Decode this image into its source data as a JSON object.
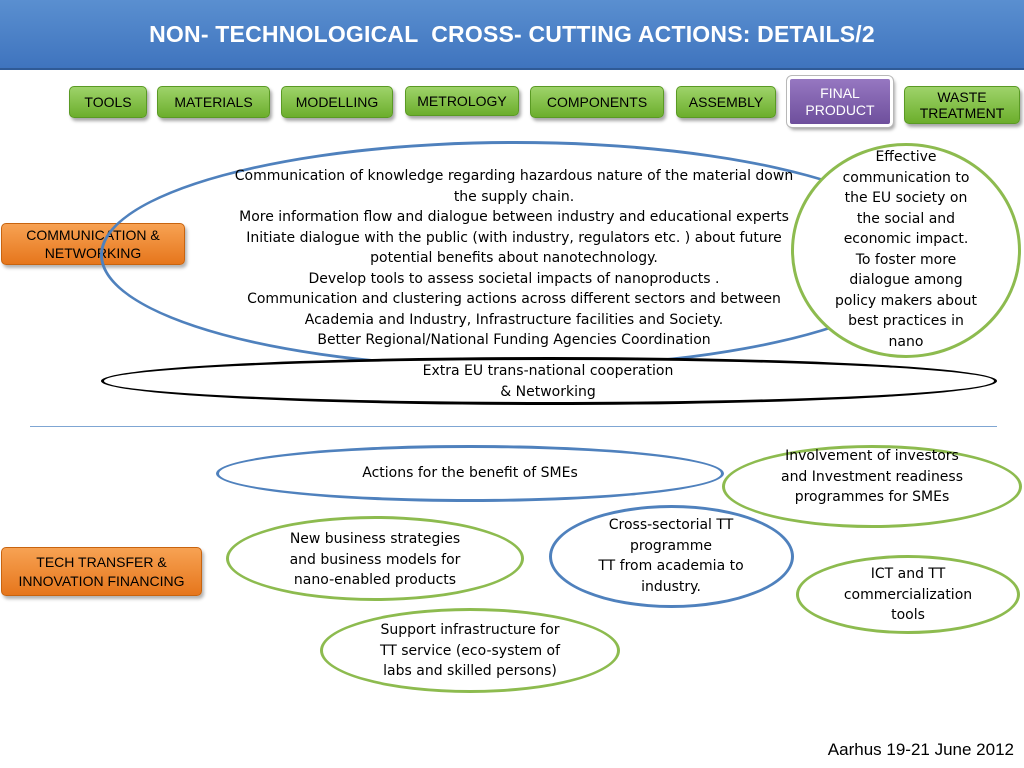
{
  "title": "NON- TECHNOLOGICAL  CROSS- CUTTING ACTIONS: DETAILS/2",
  "tabs": [
    {
      "label": "TOOLS"
    },
    {
      "label": "MATERIALS"
    },
    {
      "label": "MODELLING"
    },
    {
      "label": "METROLOGY"
    },
    {
      "label": "COMPONENTS"
    },
    {
      "label": "ASSEMBLY"
    },
    {
      "label1": "FINAL",
      "label2": "PRODUCT",
      "selected": true
    },
    {
      "label1": "WASTE",
      "label2": "TREATMENT"
    }
  ],
  "sections": {
    "communication": {
      "label1": "COMMUNICATION &",
      "label2": "NETWORKING"
    },
    "tech_transfer": {
      "label1": "TECH TRANSFER &",
      "label2": "INNOVATION FINANCING"
    }
  },
  "nodes": {
    "main_comm": [
      "Communication of knowledge regarding hazardous nature of the material down",
      "the supply chain.",
      "More information flow and dialogue between industry and educational experts",
      "Initiate dialogue with the public (with industry, regulators etc. ) about future",
      "potential benefits about nanotechnology.",
      "Develop tools to assess societal impacts of nanoproducts .",
      "Communication and clustering actions across different sectors and between",
      "Academia and Industry, Infrastructure facilities and Society.",
      "Better Regional/National Funding Agencies Coordination"
    ],
    "eu_society": [
      "Effective",
      "communication to",
      "the EU society on",
      "the social and",
      "economic impact.",
      "To foster more",
      "dialogue among",
      "policy makers about",
      "best practices in",
      "nano"
    ],
    "extra_eu": [
      "Extra EU trans-national cooperation",
      "& Networking"
    ],
    "smes": [
      "Actions for the benefit of SMEs"
    ],
    "investors": [
      "Involvement of investors",
      "and Investment readiness",
      "programmes for SMEs"
    ],
    "business": [
      "New business strategies",
      "and business models for",
      "nano-enabled products"
    ],
    "cross_tt": [
      "Cross-sectorial TT",
      "programme",
      "TT from academia to",
      "industry."
    ],
    "ict": [
      "ICT and TT",
      "commercialization",
      "tools"
    ],
    "support": [
      "Support infrastructure for",
      "TT service (eco-system of",
      "labs and skilled persons)"
    ]
  },
  "colors": {
    "title_bg": "#4a80c8",
    "tab_green": "#7dbf3e",
    "tab_purple": "#7b5aa6",
    "side_orange": "#ef8a2e",
    "ellipse_blue": "#4f81bd",
    "ellipse_green": "#8dbb4f",
    "ellipse_black": "#000000",
    "divider": "#7fa6d3"
  },
  "footer": "Aarhus 19-21 June 2012"
}
